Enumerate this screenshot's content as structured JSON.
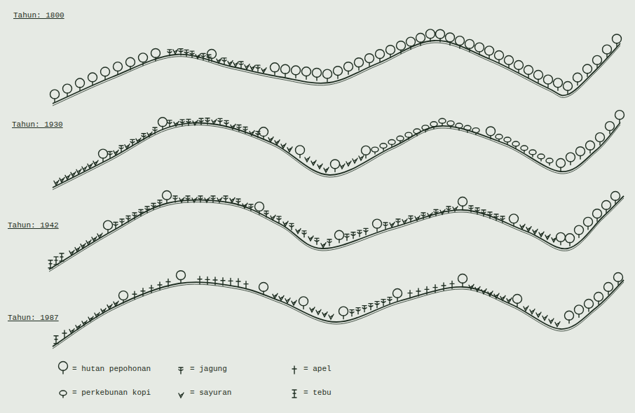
{
  "diagram": {
    "labels": [
      "Tahun: 1800",
      "Tahun: 1930",
      "Tahun: 1942",
      "Tahun: 1987"
    ],
    "legend": [
      {
        "text": "= hutan pepohonan"
      },
      {
        "text": "= jagung"
      },
      {
        "text": "= apel"
      },
      {
        "text": "= perkebunan kopi"
      },
      {
        "text": "= sayuran"
      },
      {
        "text": "= tebu"
      }
    ]
  }
}
